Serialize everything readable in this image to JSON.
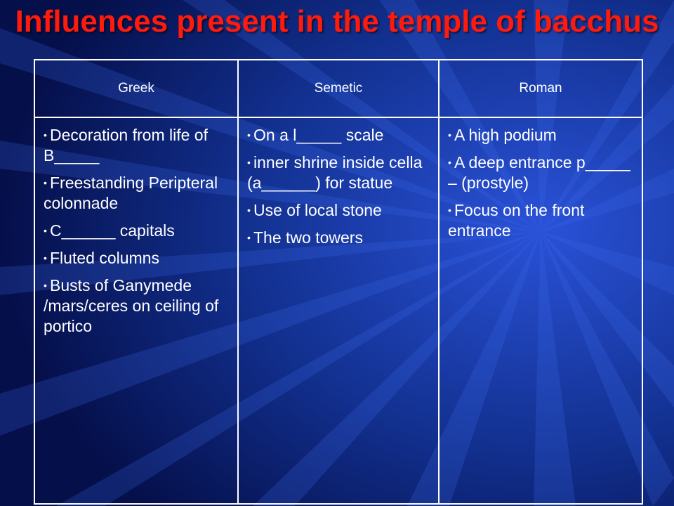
{
  "slide": {
    "title": "Influences present in the temple of bacchus"
  },
  "table": {
    "headers": [
      "Greek",
      "Semetic",
      "Roman"
    ],
    "columns": [
      {
        "items": [
          "Decoration from life of B_____",
          "Freestanding Peripteral colonnade",
          "C______ capitals",
          "Fluted columns",
          "Busts of Ganymede /mars/ceres on ceiling of portico"
        ]
      },
      {
        "items": [
          "On a l_____ scale",
          "inner shrine inside cella (a______) for statue",
          "Use of local stone",
          "The two towers"
        ]
      },
      {
        "items": [
          "A high podium",
          "A deep entrance p_____ – (prostyle)",
          "Focus on the front entrance"
        ]
      }
    ]
  },
  "colors": {
    "background": "#0a1c6e",
    "title": "#ff1a0e",
    "text": "#ffffff"
  }
}
